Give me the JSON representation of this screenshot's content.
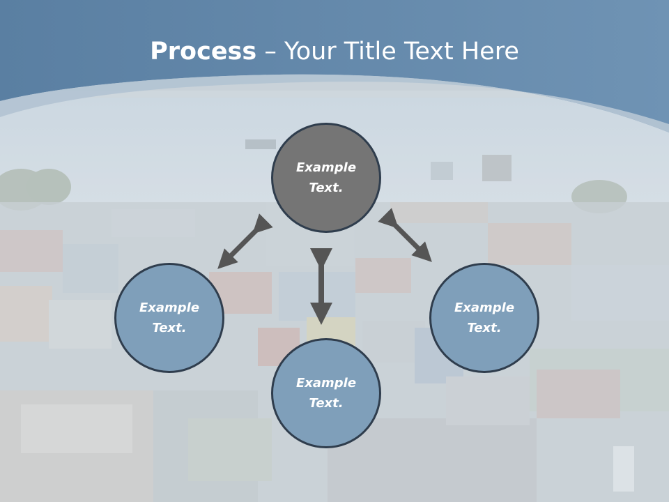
{
  "slide": {
    "title_bold": "Process",
    "title_rest": " – Your Title Text Here",
    "colors": {
      "header": "#5f84a6",
      "band": "#b7c7d6",
      "circle_main": "#757575",
      "circle_secondary": "#7f9fba",
      "arrow": "#555555"
    }
  },
  "nodes": {
    "top": "Example Text.",
    "left": "Example Text.",
    "right": "Example Text.",
    "bottom": "Example Text."
  }
}
